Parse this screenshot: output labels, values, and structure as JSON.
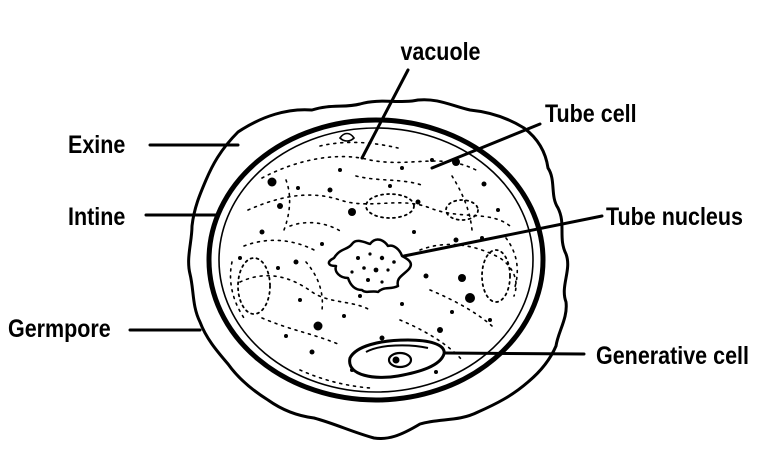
{
  "labels": {
    "vacuole": "vacuole",
    "tube_cell": "Tube cell",
    "exine": "Exine",
    "intine": "Intine",
    "tube_nucleus": "Tube nucleus",
    "germpore": "Germpore",
    "generative_cell": "Generative cell"
  },
  "colors": {
    "ink": "#000000",
    "background": "#ffffff"
  }
}
